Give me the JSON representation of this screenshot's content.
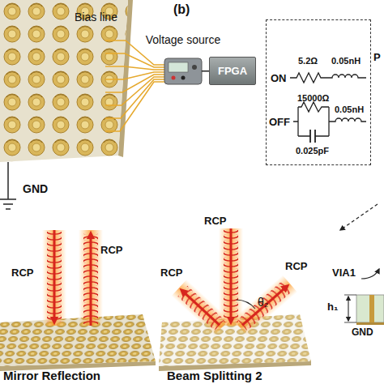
{
  "diagram": {
    "nodes": [
      {
        "text": [
          "Voltage source"
        ]
      },
      {
        "text": [
          "FPGA"
        ]
      },
      {
        "text": [
          "ON",
          "5.2Ω",
          "0.05nH",
          "OFF",
          "15000Ω",
          "0.025pF",
          "0.05nH"
        ]
      }
    ],
    "edges": [
      {
        "from": 0,
        "to": 1,
        "arrow": "none"
      }
    ],
    "labels": [
      "(b)",
      "Bias line",
      "GND",
      "P",
      "VIA1",
      "h₁",
      "GND",
      "RCP",
      "RCP",
      "Mirror Reflection",
      "RCP",
      "RCP",
      "RCP",
      "θ₂",
      "Beam Splitting 2"
    ]
  }
}
